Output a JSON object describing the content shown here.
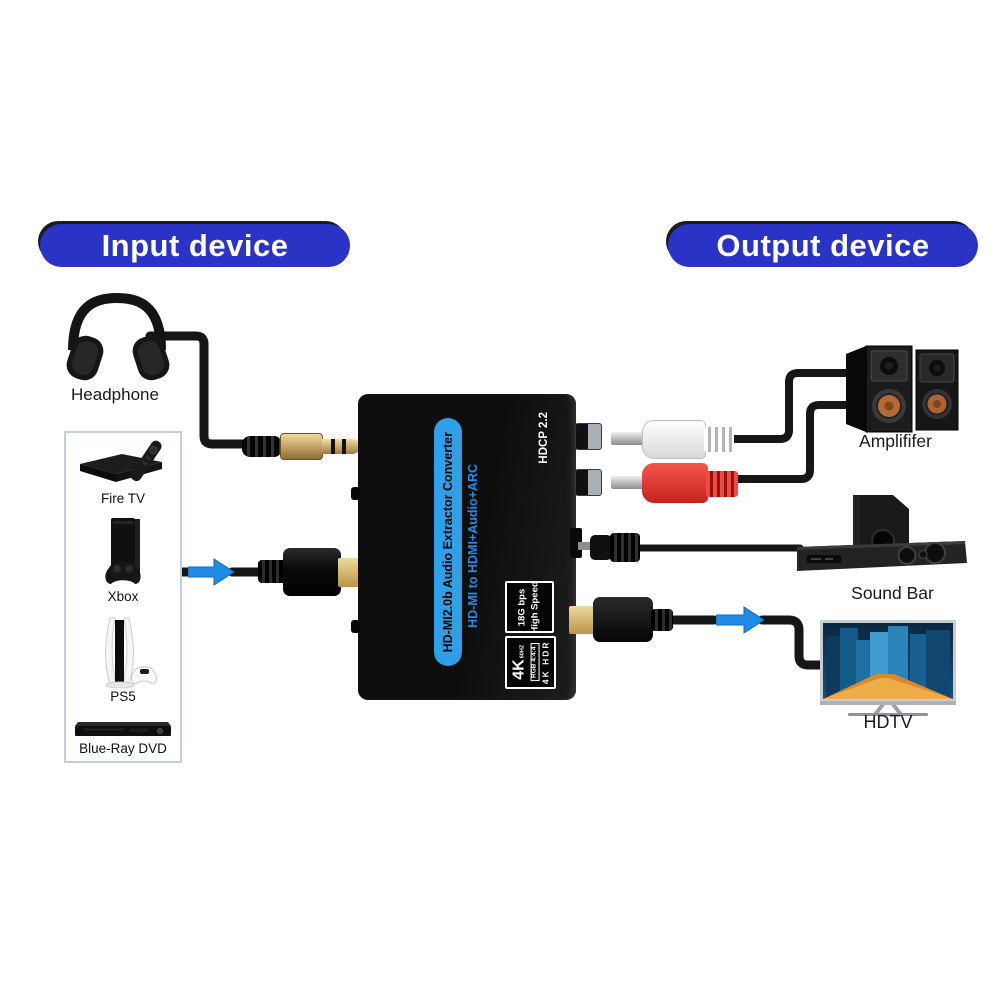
{
  "headers": {
    "input": "Input device",
    "output": "Output device"
  },
  "input_side": {
    "headphone_label": "Headphone",
    "source_devices": [
      {
        "label": "Fire TV"
      },
      {
        "label": "Xbox"
      },
      {
        "label": "PS5"
      },
      {
        "label": "Blue-Ray DVD"
      }
    ]
  },
  "converter": {
    "title": "HD-MI2.0b Audio Extractor Converter",
    "subtitle": "HD-MI to HDMI+Audio+ARC",
    "hdcp_label": "HDCP 2.2",
    "speed_badge": {
      "line1": "18G bps",
      "line2": "High Speed"
    },
    "format_badge": {
      "resolution": "4K",
      "refresh": "60HZ",
      "chroma": "RGB 4:4:4",
      "hdr": "4K HDR"
    }
  },
  "output_side": {
    "amplifier_label": "Amplififer",
    "soundbar_label": "Sound Bar",
    "hdtv_label": "HDTV"
  },
  "colors": {
    "header_pill": "#2a33c5",
    "arrow": "#1e8be6",
    "capsule": "#2f9fe7",
    "subtitle_text": "#1e8ee4",
    "cable": "#161616",
    "rca_white": "#f2f2f2",
    "rca_red": "#e03a31",
    "gold": "#d9b968"
  }
}
